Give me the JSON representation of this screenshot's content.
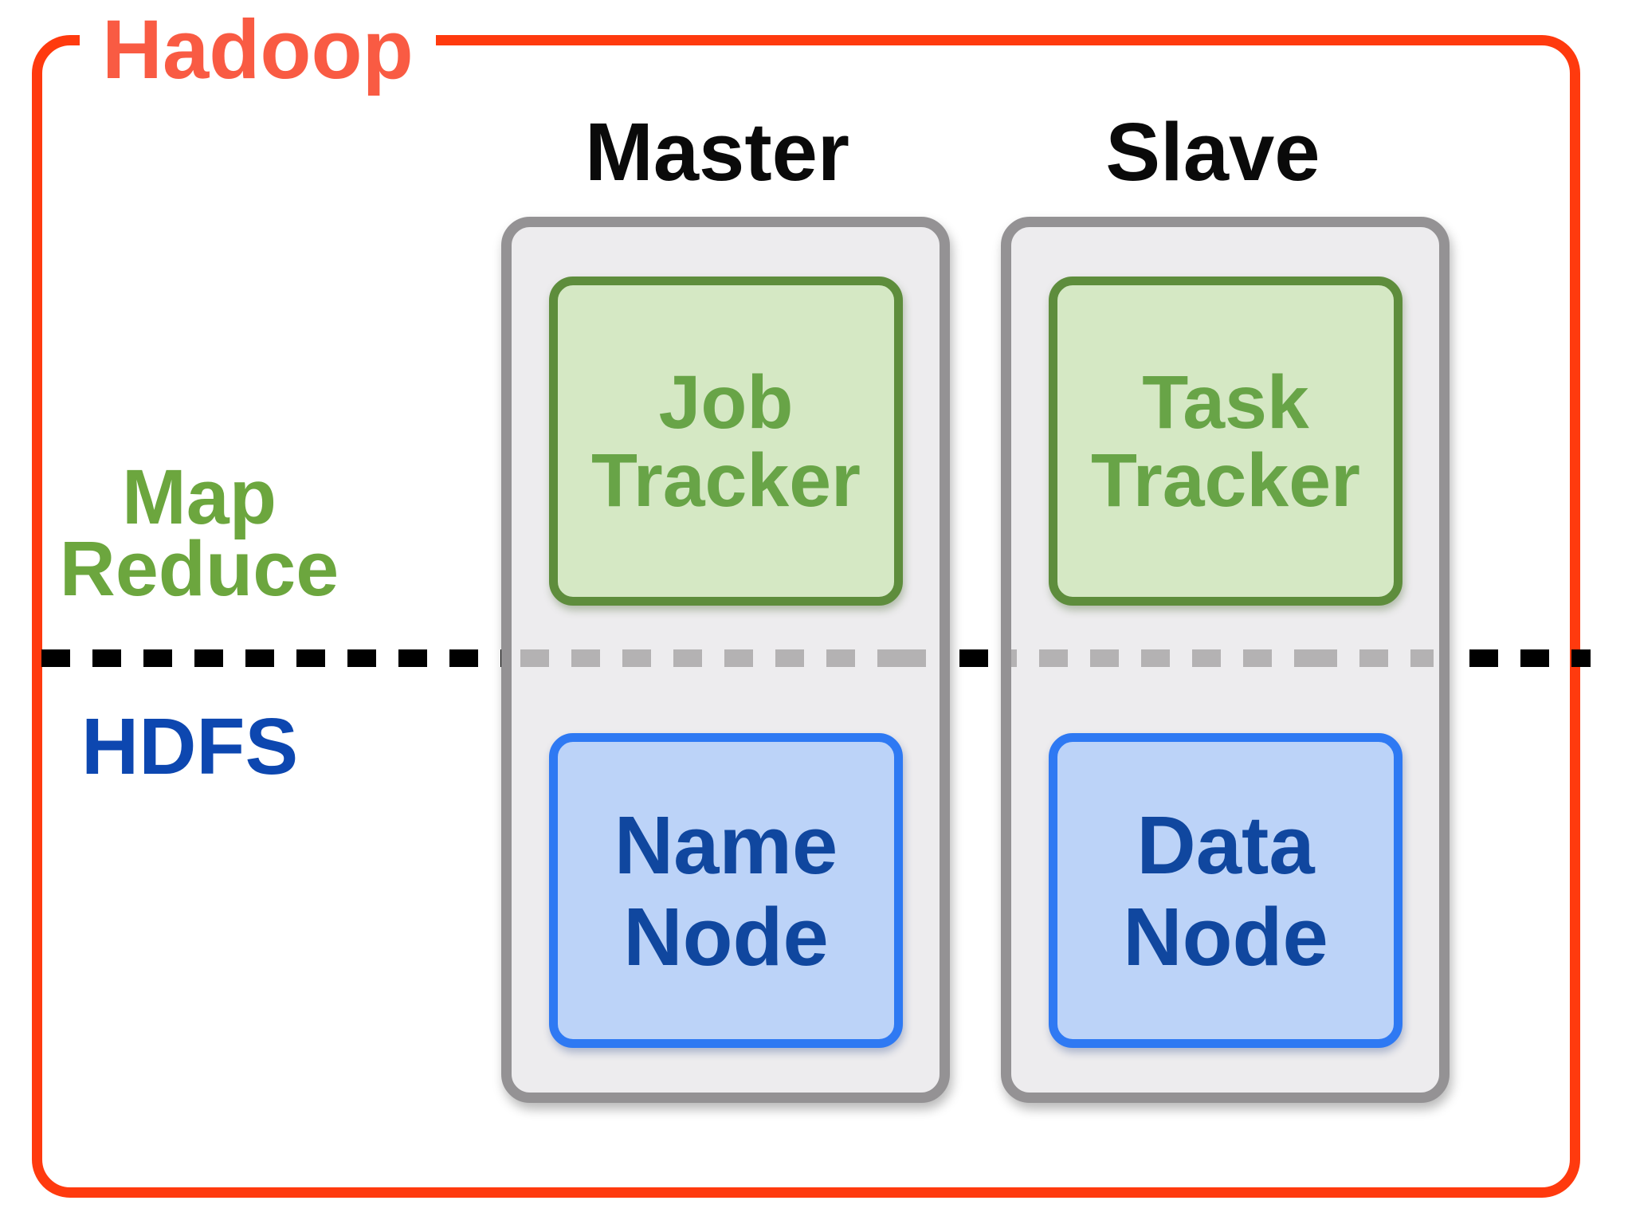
{
  "diagram": {
    "title": "Hadoop",
    "type": "architecture-diagram"
  },
  "columns": [
    {
      "label": "Master"
    },
    {
      "label": "Slave"
    }
  ],
  "layers": {
    "mapreduce": {
      "line1": "Map",
      "line2": "Reduce",
      "color": "#6CA63E"
    },
    "hdfs": {
      "label": "HDFS",
      "color": "#0D47B0"
    }
  },
  "nodes": {
    "job_tracker": {
      "line1": "Job",
      "line2": "Tracker",
      "column": "Master",
      "layer": "MapReduce"
    },
    "task_tracker": {
      "line1": "Task",
      "line2": "Tracker",
      "column": "Slave",
      "layer": "MapReduce"
    },
    "name_node": {
      "line1": "Name",
      "line2": "Node",
      "column": "Master",
      "layer": "HDFS"
    },
    "data_node": {
      "line1": "Data",
      "line2": "Node",
      "column": "Slave",
      "layer": "HDFS"
    }
  },
  "colors": {
    "hadoop_border": "#FF3A0E",
    "hadoop_title": "#F95B43",
    "column_label": "#0A0A0A",
    "container_fill": "#EDECEE",
    "container_border": "#949294",
    "green_box_fill": "#D5E8C4",
    "green_box_border": "#5E8D3C",
    "green_box_text": "#68A447",
    "blue_box_fill": "#BCD3F8",
    "blue_box_border": "#2E79F3",
    "blue_box_text": "#10479F",
    "divider_dash_outer": "#000000",
    "divider_dash_inner": "#B4B2B3",
    "background": "#FFFFFF"
  }
}
